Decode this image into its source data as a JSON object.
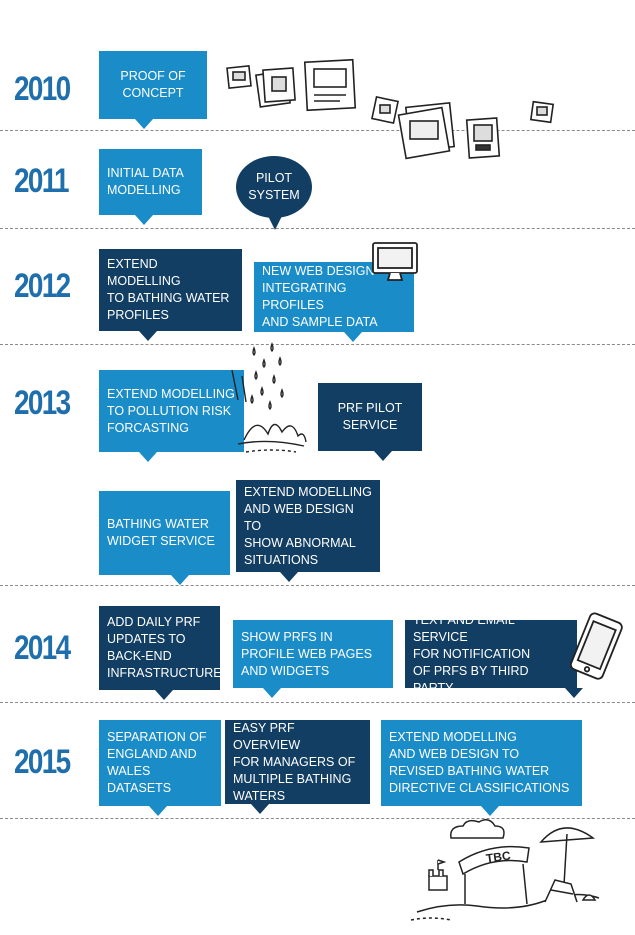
{
  "years": [
    "2010",
    "2011",
    "2012",
    "2013",
    "2014",
    "2015"
  ],
  "milestones": {
    "m2010_1": "PROOF OF\nCONCEPT",
    "m2011_1": "INITIAL DATA\nMODELLING",
    "m2011_2": "PILOT\nSYSTEM",
    "m2012_1": "EXTEND MODELLING\nTO BATHING WATER\nPROFILES",
    "m2012_2": "NEW WEB DESIGN\nINTEGRATING PROFILES\nAND SAMPLE DATA",
    "m2013_1": "EXTEND MODELLING\nTO POLLUTION RISK\nFORCASTING",
    "m2013_2": "PRF PILOT\nSERVICE",
    "m2013_3": "BATHING WATER\nWIDGET SERVICE",
    "m2013_4": "EXTEND MODELLING\nAND WEB DESIGN TO\nSHOW ABNORMAL\nSITUATIONS",
    "m2014_1": "ADD DAILY PRF\nUPDATES TO\nBACK-END\nINFRASTRUCTURE",
    "m2014_2": "SHOW PRFS IN\nPROFILE WEB PAGES\nAND WIDGETS",
    "m2014_3": "TEXT AND EMAIL SERVICE\nFOR NOTIFICATION\nOF PRFS BY THIRD PARTY",
    "m2015_1": "SEPARATION OF\nENGLAND AND\nWALES DATASETS",
    "m2015_2": "EASY PRF OVERVIEW\nFOR MANAGERS OF\nMULTIPLE BATHING\nWATERS",
    "m2015_3": "EXTEND MODELLING\nAND WEB DESIGN TO\nREVISED BATHING WATER\nDIRECTIVE CLASSIFICATIONS"
  },
  "future_label": "TBC",
  "colors": {
    "light": "#1a8cc7",
    "dark": "#123e63",
    "year": "#1f6fad",
    "divider": "#8a8a8a"
  },
  "icons": [
    "screens-icon",
    "monitor-icon",
    "rain-splash-icon",
    "tablet-icon",
    "beach-icon"
  ]
}
